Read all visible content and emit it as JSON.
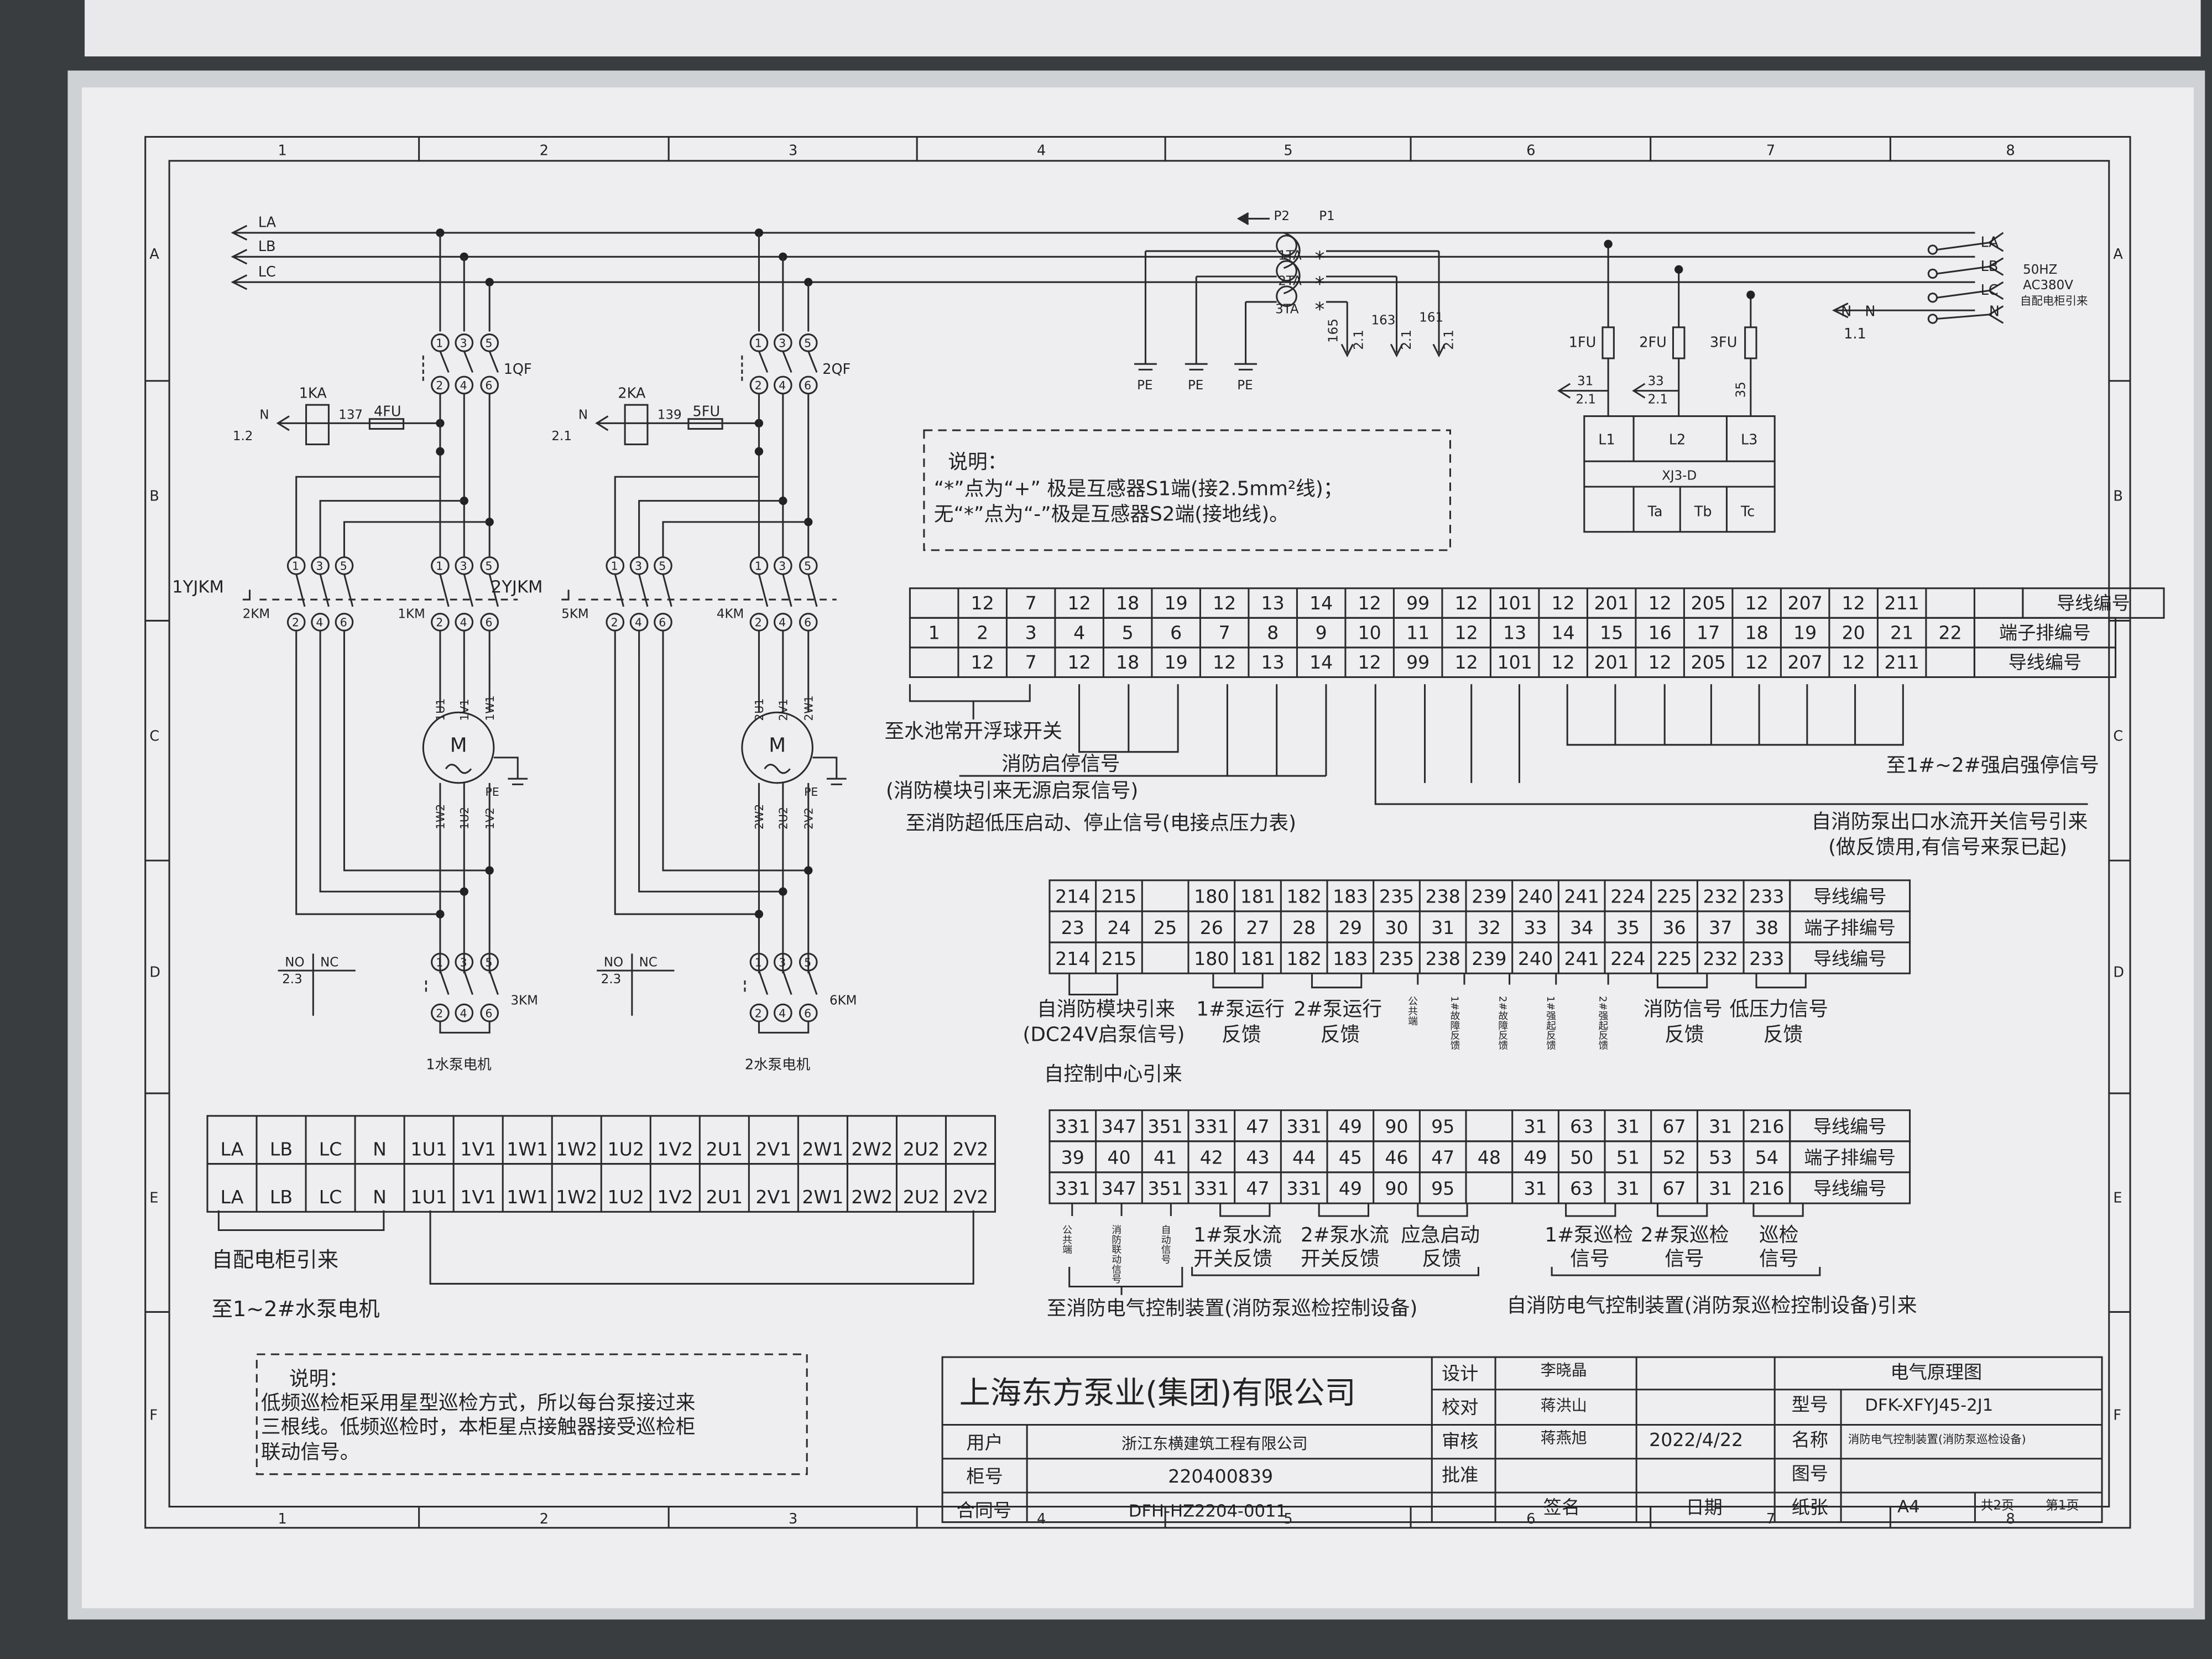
{
  "border": {
    "cols_top": [
      "1",
      "2",
      "3",
      "4",
      "5",
      "6",
      "7",
      "8"
    ],
    "cols_bottom": [
      "1",
      "2",
      "3",
      "4",
      "5",
      "6",
      "7",
      "8"
    ],
    "rows": [
      "A",
      "B",
      "C",
      "D",
      "E",
      "F"
    ]
  },
  "supply": {
    "lines": [
      "LA",
      "LB",
      "LC"
    ],
    "right_lines": [
      "LA",
      "LB",
      "LC",
      "N"
    ],
    "left_n": "N",
    "ref_1": "1.1",
    "note_1": "50HZ",
    "note_2": "AC380V",
    "note_3": "自配电柜引来"
  },
  "ct": {
    "p2": "P2",
    "p1": "P1",
    "ta": [
      "1TA",
      "2TA",
      "3TA"
    ],
    "star": "*",
    "wires": [
      "165",
      "163",
      "161"
    ],
    "ref": "2.1",
    "pe": "PE"
  },
  "fuses": {
    "names": [
      "1FU",
      "2FU",
      "3FU"
    ],
    "wires": [
      "31",
      "33",
      "35"
    ],
    "ref": "2.1",
    "relay": "XJ3-D",
    "top": [
      "L1",
      "L2",
      "L3"
    ],
    "bottom": [
      "Ta",
      "Tb",
      "Tc"
    ]
  },
  "pump1": {
    "qf": "1QF",
    "ka": "1KA",
    "wire": "137",
    "fu": "4FU",
    "n": "N",
    "ref": "1.2",
    "yjkm": "1YJKM",
    "km_a": "2KM",
    "km_b": "1KM",
    "km_c": "3KM",
    "motor": "M",
    "pe": "PE",
    "u1": [
      "1U1",
      "1V1",
      "1W1"
    ],
    "u2": [
      "1W2",
      "1U2",
      "1V2"
    ],
    "no": "NO",
    "nc": "NC",
    "noref": "2.3",
    "label": "1水泵电机"
  },
  "pump2": {
    "qf": "2QF",
    "ka": "2KA",
    "wire": "139",
    "fu": "5FU",
    "n": "N",
    "ref": "2.1",
    "yjkm": "2YJKM",
    "km_a": "5KM",
    "km_b": "4KM",
    "km_c": "6KM",
    "motor": "M",
    "pe": "PE",
    "u1": [
      "2U1",
      "2V1",
      "2W1"
    ],
    "u2": [
      "2W2",
      "2U2",
      "2V2"
    ],
    "no": "NO",
    "nc": "NC",
    "noref": "2.3",
    "label": "2水泵电机"
  },
  "terminal_nums": [
    "1",
    "2",
    "3",
    "4",
    "5",
    "6"
  ],
  "notes": {
    "note1": [
      "说明：",
      "“*”点为“+” 极是互感器S1端(接2.5mm²线)；",
      "无“*”点为“-”极是互感器S2端(接地线)。"
    ],
    "note2": [
      "说明：",
      "低频巡检柜采用星型巡检方式，所以每台泵接过来",
      "三根线。低频巡检时，本柜星点接触器接受巡检柜",
      "联动信号。"
    ]
  },
  "table1": {
    "row1": [
      "",
      "12",
      "7",
      "12",
      "18",
      "19",
      "12",
      "13",
      "14",
      "12",
      "99",
      "12",
      "101",
      "12",
      "201",
      "12",
      "205",
      "12",
      "207",
      "12",
      "211",
      "",
      ""
    ],
    "row2": [
      "1",
      "2",
      "3",
      "4",
      "5",
      "6",
      "7",
      "8",
      "9",
      "10",
      "11",
      "12",
      "13",
      "14",
      "15",
      "16",
      "17",
      "18",
      "19",
      "20",
      "21",
      "22"
    ],
    "row3": [
      "",
      "12",
      "7",
      "12",
      "18",
      "19",
      "12",
      "13",
      "14",
      "12",
      "99",
      "12",
      "101",
      "12",
      "201",
      "12",
      "205",
      "12",
      "207",
      "12",
      "211",
      ""
    ],
    "hdr1": "导线编号",
    "hdr2": "端子排编号",
    "hdr3": "导线编号",
    "lbl_a": "至水池常开浮球开关",
    "lbl_b": "消防启停信号",
    "lbl_c": "(消防模块引来无源启泵信号)",
    "lbl_d": "至消防超低压启动、停止信号(电接点压力表)",
    "lbl_e": "至1#~2#强启强停信号",
    "lbl_f": "自消防泵出口水流开关信号引来",
    "lbl_g": "(做反馈用,有信号来泵已起)"
  },
  "table2": {
    "row1": [
      "214",
      "215",
      "",
      "180",
      "181",
      "182",
      "183",
      "235",
      "238",
      "239",
      "240",
      "241",
      "224",
      "225",
      "232",
      "233"
    ],
    "row2": [
      "23",
      "24",
      "25",
      "26",
      "27",
      "28",
      "29",
      "30",
      "31",
      "32",
      "33",
      "34",
      "35",
      "36",
      "37",
      "38"
    ],
    "row3": [
      "214",
      "215",
      "",
      "180",
      "181",
      "182",
      "183",
      "235",
      "238",
      "239",
      "240",
      "241",
      "224",
      "225",
      "232",
      "233"
    ],
    "hdr1": "导线编号",
    "hdr2": "端子排编号",
    "hdr3": "导线编号",
    "lbl_a": "自消防模块引来",
    "lbl_b": "(DC24V启泵信号)",
    "lbl_c1": "1#泵运行",
    "lbl_c2": "反馈",
    "lbl_d1": "2#泵运行",
    "lbl_d2": "反馈",
    "v_com": "公共端",
    "v_f1": "1#故障反馈",
    "v_f2": "2#故障反馈",
    "v_q1": "1#强起反馈",
    "v_q2": "2#强起反馈",
    "lbl_e1": "消防信号",
    "lbl_e2": "反馈",
    "lbl_f1": "低压力信号",
    "lbl_f2": "反馈",
    "lbl_g": "自控制中心引来"
  },
  "table3": {
    "row1": [
      "331",
      "347",
      "351",
      "331",
      "47",
      "331",
      "49",
      "90",
      "95",
      "",
      "31",
      "63",
      "31",
      "67",
      "31",
      "216"
    ],
    "row2": [
      "39",
      "40",
      "41",
      "42",
      "43",
      "44",
      "45",
      "46",
      "47",
      "48",
      "49",
      "50",
      "51",
      "52",
      "53",
      "54"
    ],
    "row3": [
      "331",
      "347",
      "351",
      "331",
      "47",
      "331",
      "49",
      "90",
      "95",
      "",
      "31",
      "63",
      "31",
      "67",
      "31",
      "216"
    ],
    "hdr1": "导线编号",
    "hdr2": "端子排编号",
    "hdr3": "导线编号",
    "v_com": "公共端",
    "v_xf": "消防联动信号",
    "v_zd": "自动信号",
    "lbl_a1": "1#泵水流",
    "lbl_a2": "开关反馈",
    "lbl_b1": "2#泵水流",
    "lbl_b2": "开关反馈",
    "lbl_c1": "应急启动",
    "lbl_c2": "反馈",
    "lbl_d1": "1#泵巡检",
    "lbl_d2": "信号",
    "lbl_e1": "2#泵巡检",
    "lbl_e2": "信号",
    "lbl_f1": "巡检",
    "lbl_f2": "信号",
    "lbl_g": "至消防电气控制装置(消防泵巡检控制设备)",
    "lbl_h": "自消防电气控制装置(消防泵巡检控制设备)引来"
  },
  "table4": {
    "row1": [
      "LA",
      "LB",
      "LC",
      "N",
      "1U1",
      "1V1",
      "1W1",
      "1W2",
      "1U2",
      "1V2",
      "2U1",
      "2V1",
      "2W1",
      "2W2",
      "2U2",
      "2V2"
    ],
    "row2": [
      "LA",
      "LB",
      "LC",
      "N",
      "1U1",
      "1V1",
      "1W1",
      "1W2",
      "1U2",
      "1V2",
      "2U1",
      "2V1",
      "2W1",
      "2W2",
      "2U2",
      "2V2"
    ],
    "lbl_a": "自配电柜引来",
    "lbl_b": "至1~2#水泵电机"
  },
  "title_block": {
    "company": "上海东方泵业(集团)有限公司",
    "design_lbl": "设计",
    "design_val": "李晓晶",
    "check_lbl": "校对",
    "check_val": "蒋洪山",
    "audit_lbl": "审核",
    "audit_val": "蒋燕旭",
    "approve_lbl": "批准",
    "date_val": "2022/4/22",
    "sign_lbl": "签名",
    "date_lbl": "日期",
    "user_lbl": "用户",
    "user_val": "浙江东横建筑工程有限公司",
    "cab_lbl": "柜号",
    "cab_val": "220400839",
    "contract_lbl": "合同号",
    "contract_val": "DFH-HZ2204-0011",
    "drawing_title": "电气原理图",
    "model_lbl": "型号",
    "model_val": "DFK-XFYJ45-2J1",
    "name_lbl": "名称",
    "name_val": "消防电气控制装置(消防泵巡检设备)",
    "fig_lbl": "图号",
    "paper_lbl": "纸张",
    "paper_val": "A4",
    "pages": "共2页",
    "page": "第1页"
  }
}
